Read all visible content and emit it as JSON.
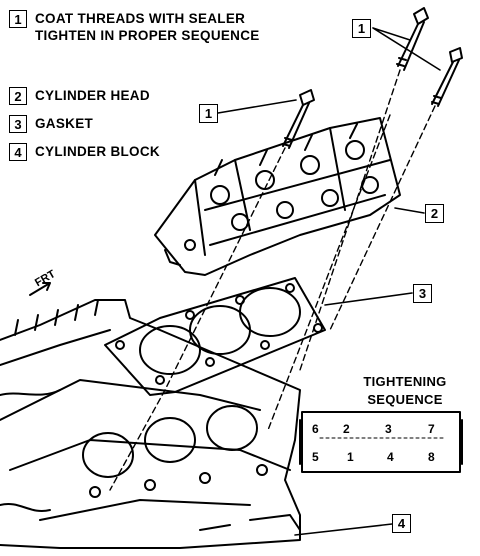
{
  "legend": [
    {
      "num": "1",
      "lines": [
        "COAT THREADS WITH SEALER",
        "TIGHTEN IN PROPER SEQUENCE"
      ]
    },
    {
      "num": "2",
      "lines": [
        "CYLINDER HEAD"
      ]
    },
    {
      "num": "3",
      "lines": [
        "GASKET"
      ]
    },
    {
      "num": "4",
      "lines": [
        "CYLINDER BLOCK"
      ]
    }
  ],
  "callouts": {
    "bolts_a": "1",
    "bolt_b": "1",
    "head": "2",
    "gasket": "3",
    "block": "4"
  },
  "frt_label": "FRT",
  "tightening": {
    "title_line1": "TIGHTENING",
    "title_line2": "SEQUENCE",
    "top_row": [
      "6",
      "2",
      "3",
      "7"
    ],
    "bottom_row": [
      "5",
      "1",
      "4",
      "8"
    ]
  }
}
